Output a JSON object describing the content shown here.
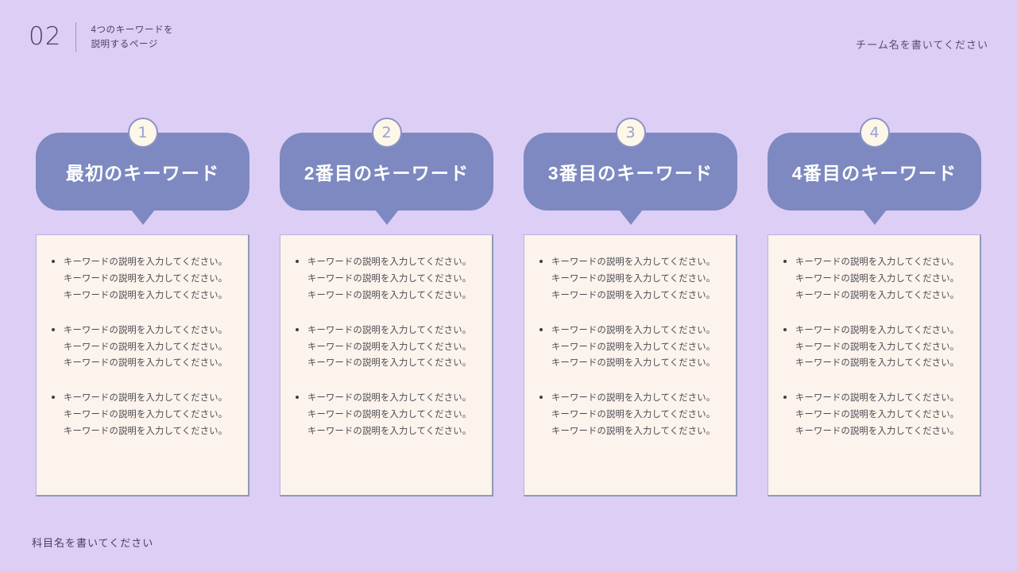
{
  "theme": {
    "background": "#ddcef5",
    "banner_fill": "#7d89c0",
    "badge_fill": "#fdf7e8",
    "badge_border": "#8b92c8",
    "card_fill": "#fbf3ec",
    "card_border": "#b6b3dd",
    "heading_text": "#4b3d63",
    "body_text": "#4a4a52"
  },
  "header": {
    "section_number": "02",
    "subtitle_line1": "4つのキーワードを",
    "subtitle_line2": "説明するページ",
    "team_name": "チーム名を書いてください"
  },
  "footer": {
    "subject_name": "科目名を書いてください"
  },
  "bullet_text": "キーワードの説明を入力してください。キーワードの説明を入力してください。キーワードの説明を入力してください。",
  "columns": [
    {
      "badge": "1",
      "title": "最初のキーワード",
      "bullets": [
        "キーワードの説明を入力してください。キーワードの説明を入力してください。キーワードの説明を入力してください。",
        "キーワードの説明を入力してください。キーワードの説明を入力してください。キーワードの説明を入力してください。",
        "キーワードの説明を入力してください。キーワードの説明を入力してください。キーワードの説明を入力してください。"
      ]
    },
    {
      "badge": "2",
      "title": "2番目のキーワード",
      "bullets": [
        "キーワードの説明を入力してください。キーワードの説明を入力してください。キーワードの説明を入力してください。",
        "キーワードの説明を入力してください。キーワードの説明を入力してください。キーワードの説明を入力してください。",
        "キーワードの説明を入力してください。キーワードの説明を入力してください。キーワードの説明を入力してください。"
      ]
    },
    {
      "badge": "3",
      "title": "3番目のキーワード",
      "bullets": [
        "キーワードの説明を入力してください。キーワードの説明を入力してください。キーワードの説明を入力してください。",
        "キーワードの説明を入力してください。キーワードの説明を入力してください。キーワードの説明を入力してください。",
        "キーワードの説明を入力してください。キーワードの説明を入力してください。キーワードの説明を入力してください。"
      ]
    },
    {
      "badge": "4",
      "title": "4番目のキーワード",
      "bullets": [
        "キーワードの説明を入力してください。キーワードの説明を入力してください。キーワードの説明を入力してください。",
        "キーワードの説明を入力してください。キーワードの説明を入力してください。キーワードの説明を入力してください。",
        "キーワードの説明を入力してください。キーワードの説明を入力してください。キーワードの説明を入力してください。"
      ]
    }
  ]
}
